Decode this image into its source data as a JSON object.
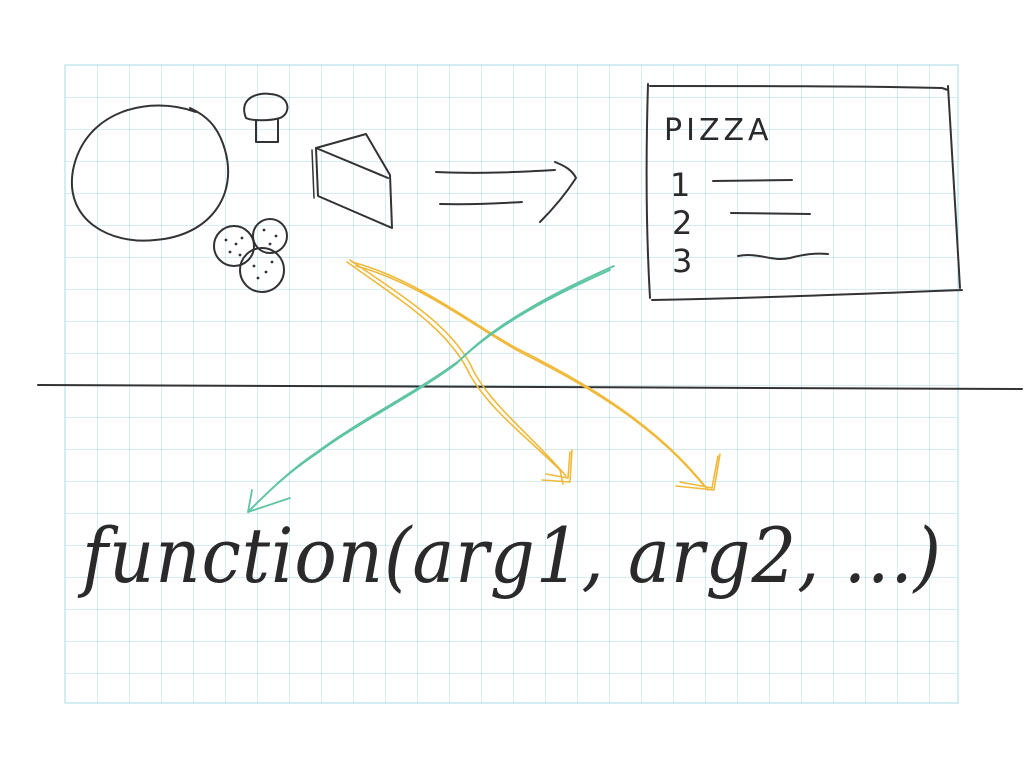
{
  "colors": {
    "grid": "#a9dbe6",
    "ink": "#333333",
    "yellow_arrow": "#f0b93a",
    "teal_arrow": "#5fc4a4",
    "background": "#ffffff"
  },
  "menu": {
    "title": "PIZZA",
    "numbers": [
      "1",
      "2",
      "3"
    ]
  },
  "function_call": {
    "text": "function(arg1, arg2, ...)"
  },
  "icons": [
    "pizza-dough-circle",
    "mushroom-icon",
    "pepperoni-icon",
    "cheese-wedge-icon",
    "implies-arrow-icon"
  ]
}
